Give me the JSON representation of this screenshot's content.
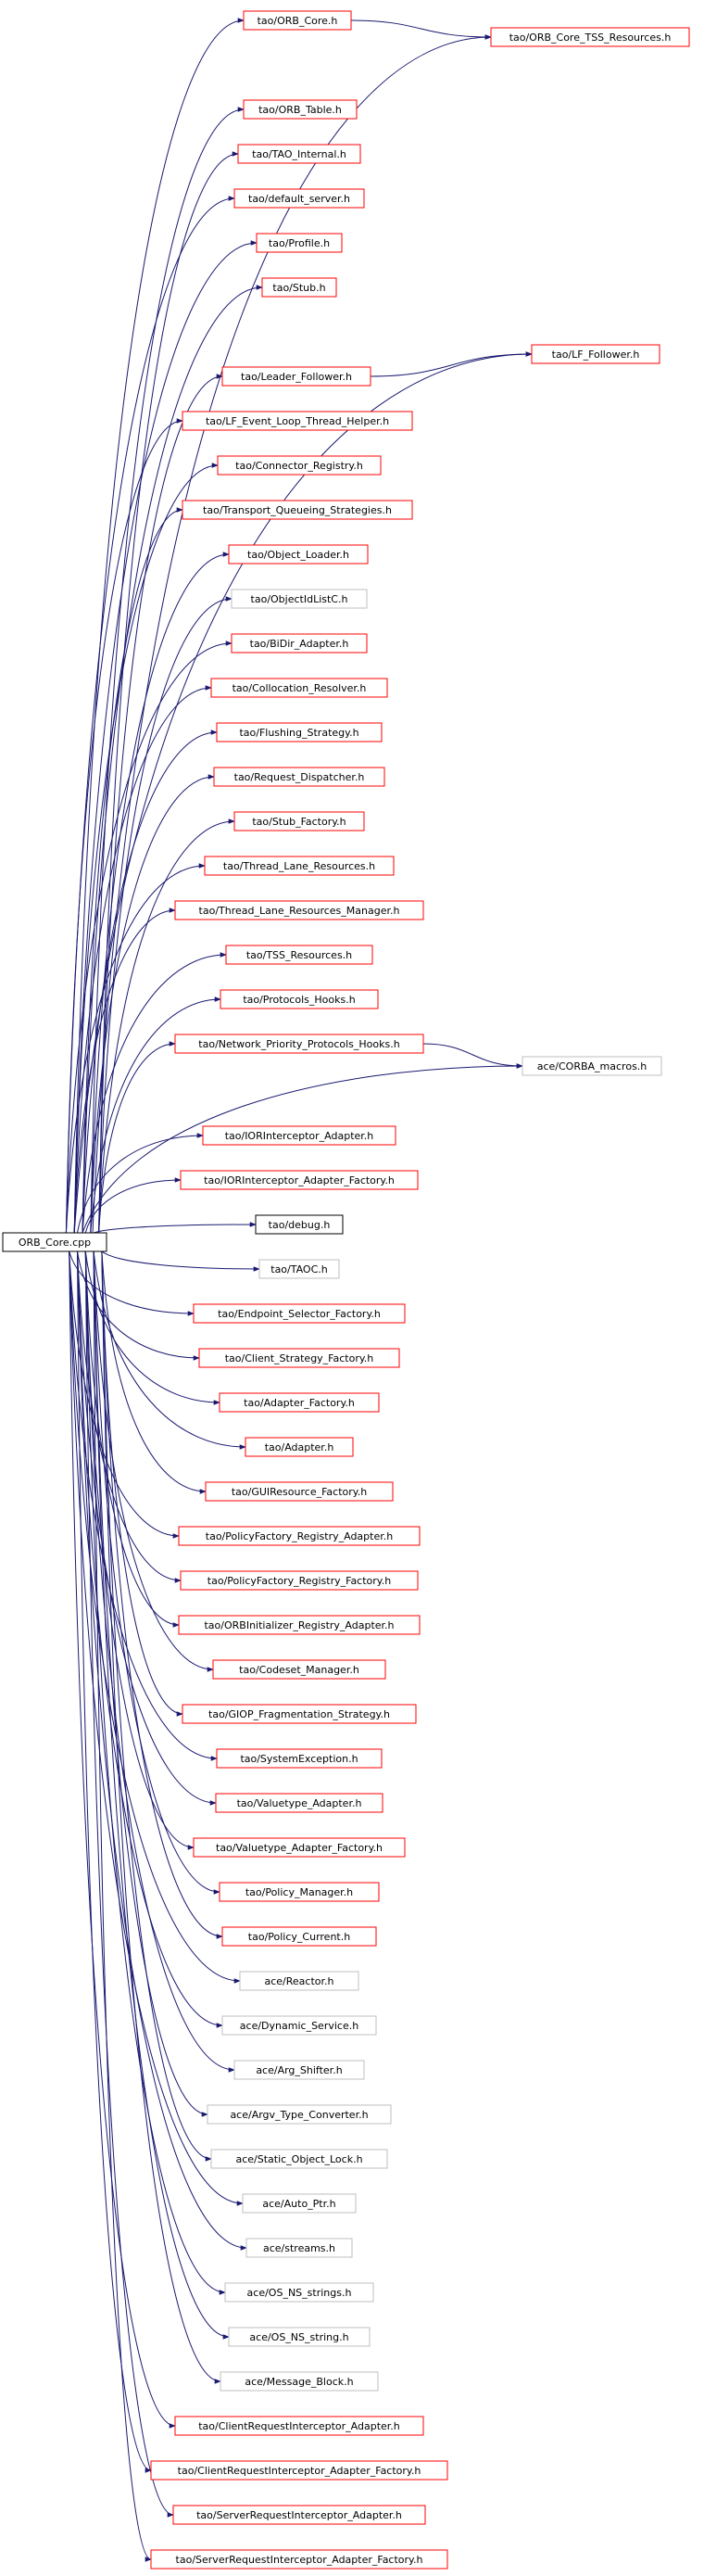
{
  "colors": {
    "edge": "#191970",
    "red": "#ff0000",
    "gray": "#bfbfbf",
    "black": "#000000",
    "root_fill": "#bfbfbf"
  },
  "root": "ORB_Core.cpp",
  "nodes": [
    {
      "id": "orb_core_h",
      "label": "tao/ORB_Core.h",
      "border": "red"
    },
    {
      "id": "tss_res",
      "label": "tao/ORB_Core_TSS_Resources.h",
      "border": "red"
    },
    {
      "id": "orb_table",
      "label": "tao/ORB_Table.h",
      "border": "red"
    },
    {
      "id": "tao_internal",
      "label": "tao/TAO_Internal.h",
      "border": "red"
    },
    {
      "id": "default_server",
      "label": "tao/default_server.h",
      "border": "red"
    },
    {
      "id": "profile",
      "label": "tao/Profile.h",
      "border": "red"
    },
    {
      "id": "stub",
      "label": "tao/Stub.h",
      "border": "red"
    },
    {
      "id": "lf_follower",
      "label": "tao/LF_Follower.h",
      "border": "red"
    },
    {
      "id": "leader_follower",
      "label": "tao/Leader_Follower.h",
      "border": "red"
    },
    {
      "id": "lf_event",
      "label": "tao/LF_Event_Loop_Thread_Helper.h",
      "border": "red"
    },
    {
      "id": "connector_registry",
      "label": "tao/Connector_Registry.h",
      "border": "red"
    },
    {
      "id": "transport_q",
      "label": "tao/Transport_Queueing_Strategies.h",
      "border": "red"
    },
    {
      "id": "object_loader",
      "label": "tao/Object_Loader.h",
      "border": "red"
    },
    {
      "id": "objectidlist",
      "label": "tao/ObjectIdListC.h",
      "border": "gray"
    },
    {
      "id": "bidir",
      "label": "tao/BiDir_Adapter.h",
      "border": "red"
    },
    {
      "id": "collocation",
      "label": "tao/Collocation_Resolver.h",
      "border": "red"
    },
    {
      "id": "flushing",
      "label": "tao/Flushing_Strategy.h",
      "border": "red"
    },
    {
      "id": "request_disp",
      "label": "tao/Request_Dispatcher.h",
      "border": "red"
    },
    {
      "id": "stub_factory",
      "label": "tao/Stub_Factory.h",
      "border": "red"
    },
    {
      "id": "thread_lane",
      "label": "tao/Thread_Lane_Resources.h",
      "border": "red"
    },
    {
      "id": "thread_lane_mgr",
      "label": "tao/Thread_Lane_Resources_Manager.h",
      "border": "red"
    },
    {
      "id": "tss_resources",
      "label": "tao/TSS_Resources.h",
      "border": "red"
    },
    {
      "id": "protocols_hooks",
      "label": "tao/Protocols_Hooks.h",
      "border": "red"
    },
    {
      "id": "network_priority",
      "label": "tao/Network_Priority_Protocols_Hooks.h",
      "border": "red"
    },
    {
      "id": "corba_macros",
      "label": "ace/CORBA_macros.h",
      "border": "gray"
    },
    {
      "id": "ior_adapter",
      "label": "tao/IORInterceptor_Adapter.h",
      "border": "red"
    },
    {
      "id": "ior_adapter_factory",
      "label": "tao/IORInterceptor_Adapter_Factory.h",
      "border": "red"
    },
    {
      "id": "debug",
      "label": "tao/debug.h",
      "border": "black"
    },
    {
      "id": "taoc",
      "label": "tao/TAOC.h",
      "border": "gray"
    },
    {
      "id": "endpoint_sel",
      "label": "tao/Endpoint_Selector_Factory.h",
      "border": "red"
    },
    {
      "id": "client_strategy",
      "label": "tao/Client_Strategy_Factory.h",
      "border": "red"
    },
    {
      "id": "adapter_factory",
      "label": "tao/Adapter_Factory.h",
      "border": "red"
    },
    {
      "id": "adapter",
      "label": "tao/Adapter.h",
      "border": "red"
    },
    {
      "id": "gui_resource",
      "label": "tao/GUIResource_Factory.h",
      "border": "red"
    },
    {
      "id": "policy_factory_adapter",
      "label": "tao/PolicyFactory_Registry_Adapter.h",
      "border": "red"
    },
    {
      "id": "policy_factory_factory",
      "label": "tao/PolicyFactory_Registry_Factory.h",
      "border": "red"
    },
    {
      "id": "orbinit_adapter",
      "label": "tao/ORBInitializer_Registry_Adapter.h",
      "border": "red"
    },
    {
      "id": "codeset",
      "label": "tao/Codeset_Manager.h",
      "border": "red"
    },
    {
      "id": "giop_frag",
      "label": "tao/GIOP_Fragmentation_Strategy.h",
      "border": "red"
    },
    {
      "id": "system_exception",
      "label": "tao/SystemException.h",
      "border": "red"
    },
    {
      "id": "valuetype_adapter",
      "label": "tao/Valuetype_Adapter.h",
      "border": "red"
    },
    {
      "id": "valuetype_adapter_factory",
      "label": "tao/Valuetype_Adapter_Factory.h",
      "border": "red"
    },
    {
      "id": "policy_manager",
      "label": "tao/Policy_Manager.h",
      "border": "red"
    },
    {
      "id": "policy_current",
      "label": "tao/Policy_Current.h",
      "border": "red"
    },
    {
      "id": "reactor",
      "label": "ace/Reactor.h",
      "border": "gray"
    },
    {
      "id": "dynamic_service",
      "label": "ace/Dynamic_Service.h",
      "border": "gray"
    },
    {
      "id": "arg_shifter",
      "label": "ace/Arg_Shifter.h",
      "border": "gray"
    },
    {
      "id": "argv_type",
      "label": "ace/Argv_Type_Converter.h",
      "border": "gray"
    },
    {
      "id": "static_object_lock",
      "label": "ace/Static_Object_Lock.h",
      "border": "gray"
    },
    {
      "id": "auto_ptr",
      "label": "ace/Auto_Ptr.h",
      "border": "gray"
    },
    {
      "id": "streams",
      "label": "ace/streams.h",
      "border": "gray"
    },
    {
      "id": "os_ns_strings",
      "label": "ace/OS_NS_strings.h",
      "border": "gray"
    },
    {
      "id": "os_ns_string",
      "label": "ace/OS_NS_string.h",
      "border": "gray"
    },
    {
      "id": "message_block",
      "label": "ace/Message_Block.h",
      "border": "gray"
    },
    {
      "id": "client_req_adapter",
      "label": "tao/ClientRequestInterceptor_Adapter.h",
      "border": "red"
    },
    {
      "id": "client_req_adapter_factory",
      "label": "tao/ClientRequestInterceptor_Adapter_Factory.h",
      "border": "red"
    },
    {
      "id": "server_req_adapter",
      "label": "tao/ServerRequestInterceptor_Adapter.h",
      "border": "red"
    },
    {
      "id": "server_req_adapter_factory",
      "label": "tao/ServerRequestInterceptor_Adapter_Factory.h",
      "border": "red"
    }
  ],
  "edges": [
    {
      "from": "root",
      "to": "orb_core_h"
    },
    {
      "from": "root",
      "to": "tss_res"
    },
    {
      "from": "orb_core_h",
      "to": "tss_res"
    },
    {
      "from": "root",
      "to": "orb_table"
    },
    {
      "from": "root",
      "to": "tao_internal"
    },
    {
      "from": "root",
      "to": "default_server"
    },
    {
      "from": "root",
      "to": "profile"
    },
    {
      "from": "root",
      "to": "stub"
    },
    {
      "from": "root",
      "to": "lf_follower"
    },
    {
      "from": "root",
      "to": "leader_follower"
    },
    {
      "from": "leader_follower",
      "to": "lf_follower"
    },
    {
      "from": "root",
      "to": "lf_event"
    },
    {
      "from": "root",
      "to": "connector_registry"
    },
    {
      "from": "root",
      "to": "transport_q"
    },
    {
      "from": "root",
      "to": "object_loader"
    },
    {
      "from": "root",
      "to": "objectidlist"
    },
    {
      "from": "root",
      "to": "bidir"
    },
    {
      "from": "root",
      "to": "collocation"
    },
    {
      "from": "root",
      "to": "flushing"
    },
    {
      "from": "root",
      "to": "request_disp"
    },
    {
      "from": "root",
      "to": "stub_factory"
    },
    {
      "from": "root",
      "to": "thread_lane"
    },
    {
      "from": "root",
      "to": "thread_lane_mgr"
    },
    {
      "from": "root",
      "to": "tss_resources"
    },
    {
      "from": "root",
      "to": "protocols_hooks"
    },
    {
      "from": "root",
      "to": "network_priority"
    },
    {
      "from": "root",
      "to": "corba_macros"
    },
    {
      "from": "network_priority",
      "to": "corba_macros"
    },
    {
      "from": "root",
      "to": "ior_adapter"
    },
    {
      "from": "root",
      "to": "ior_adapter_factory"
    },
    {
      "from": "root",
      "to": "debug"
    },
    {
      "from": "root",
      "to": "taoc"
    },
    {
      "from": "root",
      "to": "endpoint_sel"
    },
    {
      "from": "root",
      "to": "client_strategy"
    },
    {
      "from": "root",
      "to": "adapter_factory"
    },
    {
      "from": "root",
      "to": "adapter"
    },
    {
      "from": "root",
      "to": "gui_resource"
    },
    {
      "from": "root",
      "to": "policy_factory_adapter"
    },
    {
      "from": "root",
      "to": "policy_factory_factory"
    },
    {
      "from": "root",
      "to": "orbinit_adapter"
    },
    {
      "from": "root",
      "to": "codeset"
    },
    {
      "from": "root",
      "to": "giop_frag"
    },
    {
      "from": "root",
      "to": "system_exception"
    },
    {
      "from": "root",
      "to": "valuetype_adapter"
    },
    {
      "from": "root",
      "to": "valuetype_adapter_factory"
    },
    {
      "from": "root",
      "to": "policy_manager"
    },
    {
      "from": "root",
      "to": "policy_current"
    },
    {
      "from": "root",
      "to": "reactor"
    },
    {
      "from": "root",
      "to": "dynamic_service"
    },
    {
      "from": "root",
      "to": "arg_shifter"
    },
    {
      "from": "root",
      "to": "argv_type"
    },
    {
      "from": "root",
      "to": "static_object_lock"
    },
    {
      "from": "root",
      "to": "auto_ptr"
    },
    {
      "from": "root",
      "to": "streams"
    },
    {
      "from": "root",
      "to": "os_ns_strings"
    },
    {
      "from": "root",
      "to": "os_ns_string"
    },
    {
      "from": "root",
      "to": "message_block"
    },
    {
      "from": "root",
      "to": "client_req_adapter"
    },
    {
      "from": "root",
      "to": "client_req_adapter_factory"
    },
    {
      "from": "root",
      "to": "server_req_adapter"
    },
    {
      "from": "root",
      "to": "server_req_adapter_factory"
    }
  ]
}
